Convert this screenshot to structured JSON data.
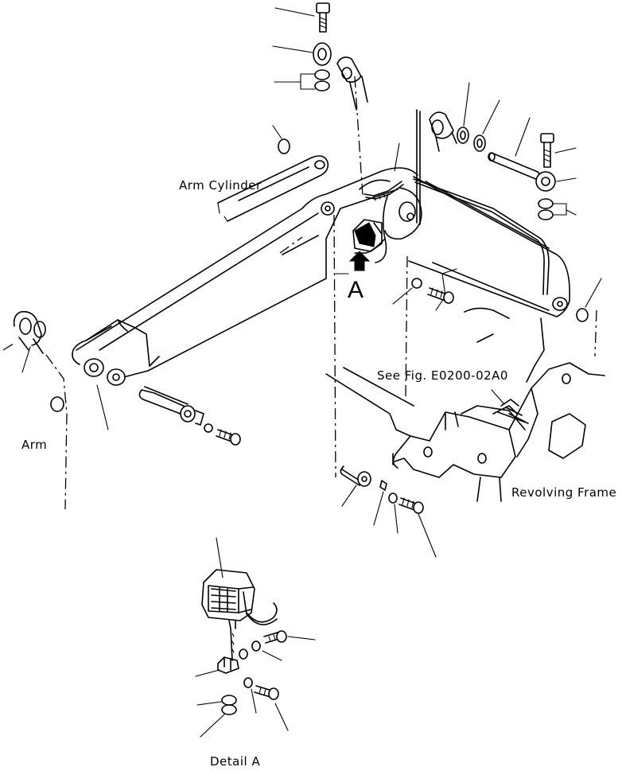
{
  "labels": {
    "arm_cylinder": "Arm Cylinder",
    "arm": "Arm",
    "view_a": "A",
    "see_fig": "See Fig. E0200-02A0",
    "revolving_frame": "Revolving Frame",
    "detail_a": "Detail A"
  },
  "icons": {
    "lamp": "work-lamp-icon",
    "arrow": "view-arrow-icon"
  },
  "colors": {
    "line": "#000000",
    "background": "#ffffff"
  }
}
